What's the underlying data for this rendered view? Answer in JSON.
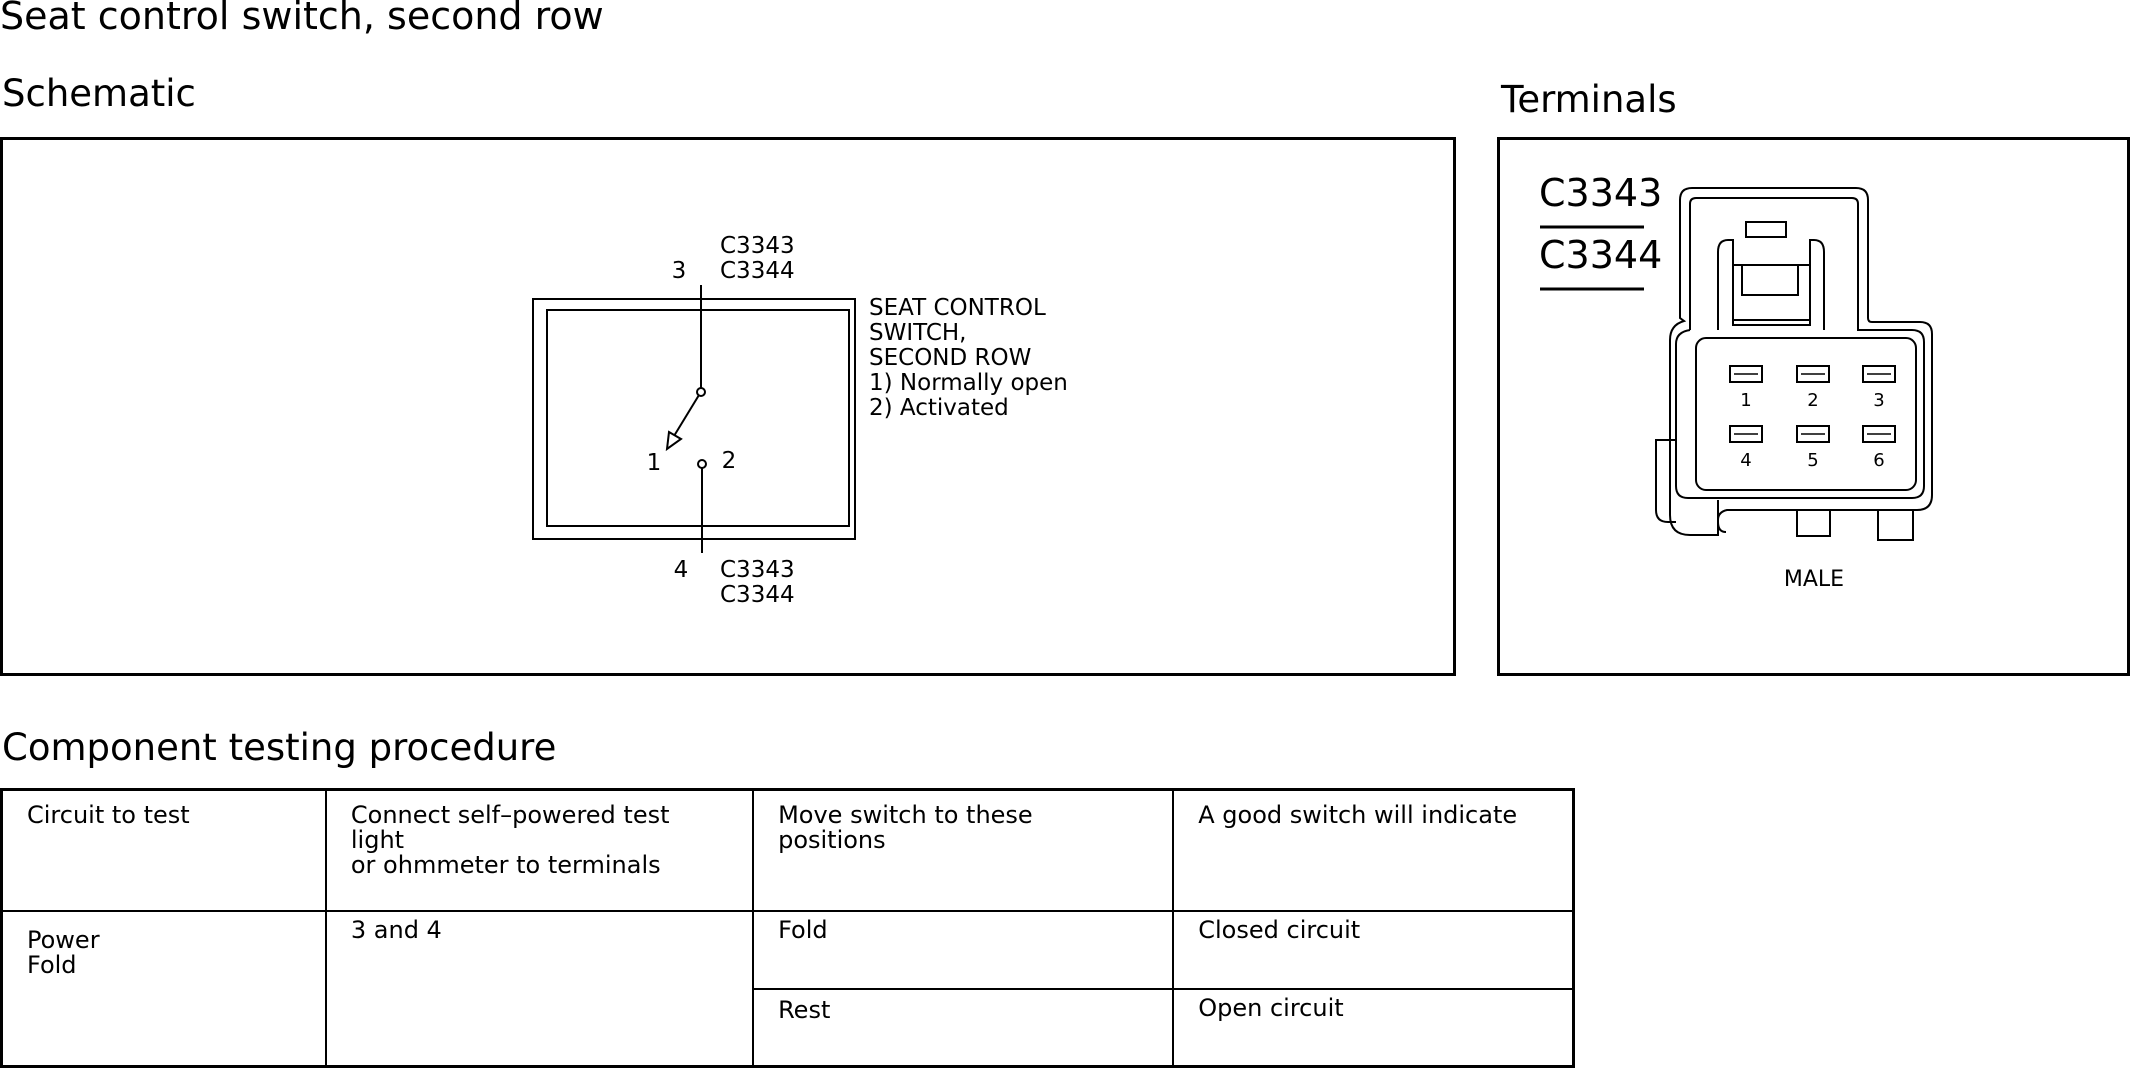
{
  "title": "Seat control switch, second row",
  "schematic": {
    "heading": "Schematic",
    "top_pin": "3",
    "top_connectors": [
      "C3343",
      "C3344"
    ],
    "bottom_pin": "4",
    "bottom_connectors": [
      "C3343",
      "C3344"
    ],
    "left_pin": "1",
    "right_pin": "2",
    "label_lines": [
      "SEAT CONTROL",
      "SWITCH,",
      "SECOND ROW",
      "1) Normally open",
      "2) Activated"
    ]
  },
  "terminals": {
    "heading": "Terminals",
    "connectors": [
      "C3343",
      "C3344"
    ],
    "pin_numbers": [
      "1",
      "2",
      "3",
      "4",
      "5",
      "6"
    ],
    "gender": "MALE"
  },
  "procedure": {
    "heading": "Component testing procedure",
    "headers": [
      "Circuit to test",
      "Connect self–powered test light\nor ohmmeter to terminals",
      "Move switch to these\npositions",
      "A good switch will indicate"
    ],
    "rows": [
      {
        "circuit": "Power\nFold",
        "terminals": "3 and 4",
        "position": "Fold",
        "result": "Closed circuit"
      },
      {
        "position": "Rest",
        "result": "Open circuit"
      }
    ]
  }
}
